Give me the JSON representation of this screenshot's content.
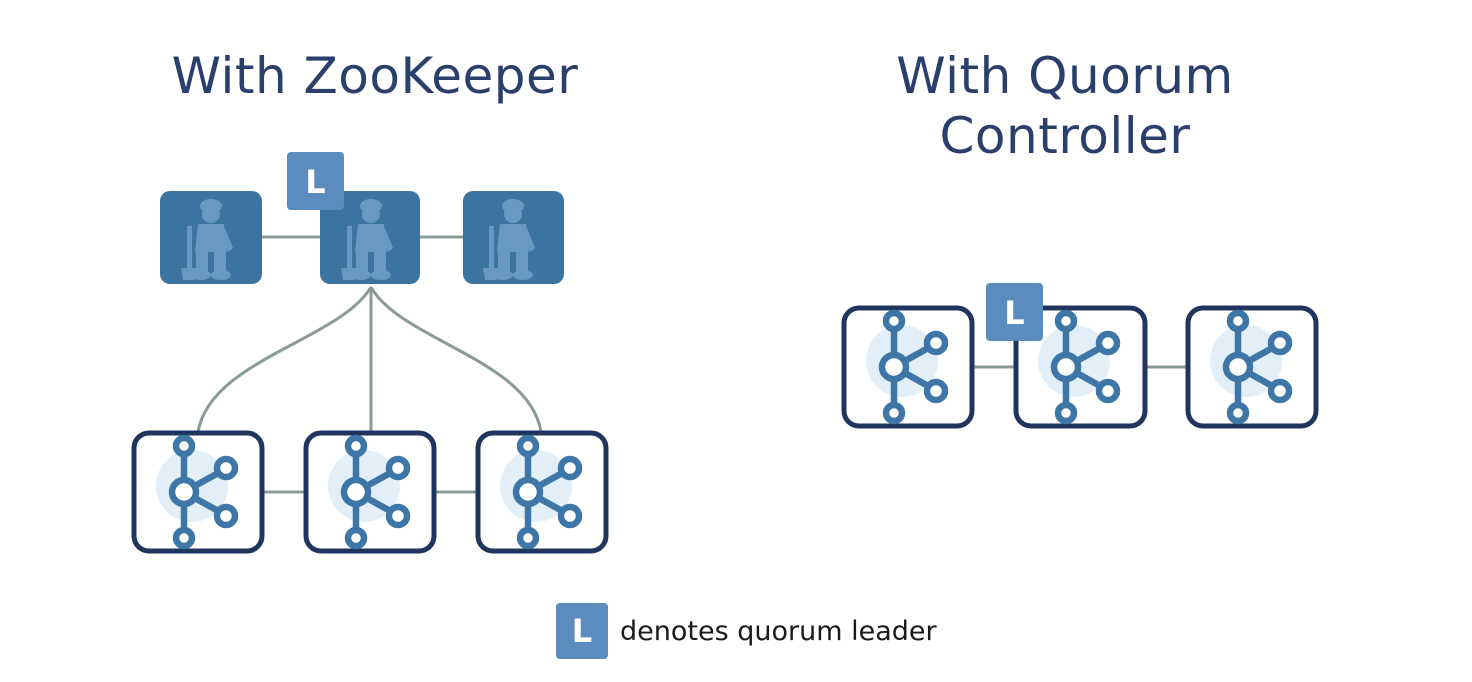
{
  "titles": {
    "left": "With ZooKeeper",
    "right_line1": "With Quorum",
    "right_line2": "Controller"
  },
  "leader_badge_letter": "L",
  "legend": {
    "badge": "L",
    "text": "denotes quorum leader"
  },
  "colors": {
    "title": "#2a3f6b",
    "zookeeper_node_fill": "#3b73a1",
    "broker_border": "#1f355e",
    "broker_icon": "#3d76a7",
    "broker_icon_halo": "#e2eff8",
    "leader_badge": "#5b8cbe",
    "connector": "#8a9a98"
  },
  "icons": {
    "zookeeper_node": "zookeeper-figure-icon",
    "broker_node": "kafka-logo-icon"
  }
}
